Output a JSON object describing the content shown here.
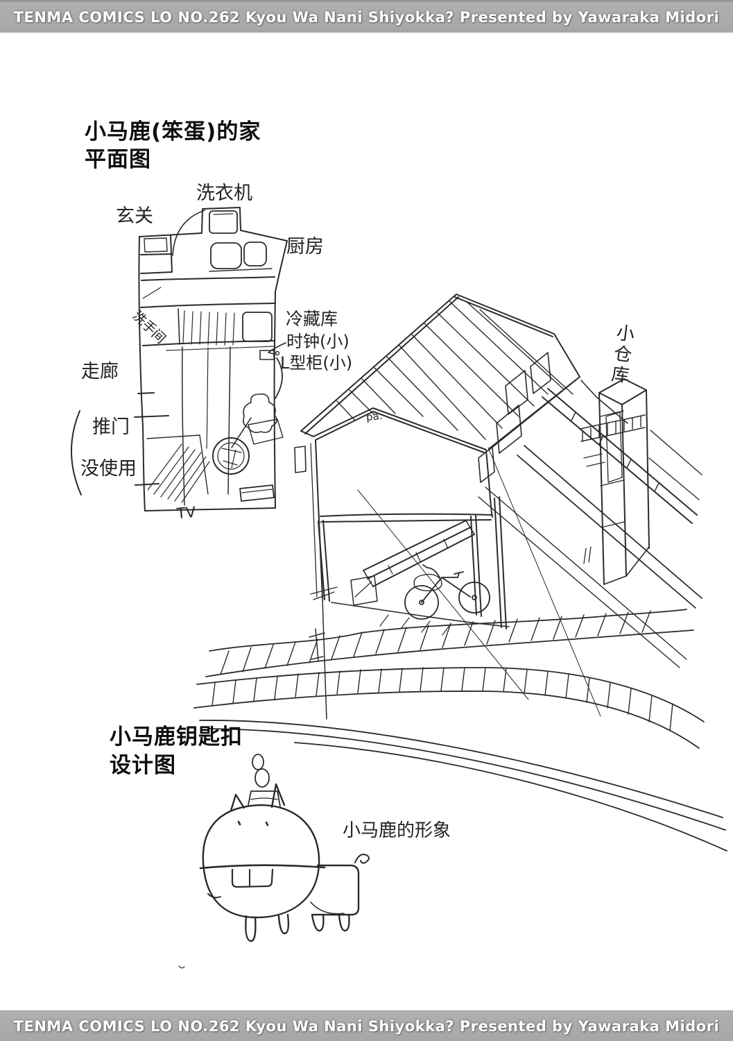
{
  "header": {
    "credit": "TENMA COMICS LO NO.262 Kyou Wa Nani Shiyokka? Presented by Yawaraka Midori"
  },
  "footer": {
    "credit": "TENMA COMICS LO NO.262 Kyou Wa Nani Shiyokka? Presented by Yawaraka Midori"
  },
  "colors": {
    "bar_gray": "#a8a8a8",
    "ink": "#2a2a2a",
    "paper": "#ffffff"
  },
  "floor_plan_section": {
    "title_line1": "小马鹿(笨蛋)的家",
    "title_line2": "平面图",
    "labels": {
      "entrance": "玄关",
      "washing_machine": "洗衣机",
      "kitchen": "厨房",
      "washroom": "洗手间",
      "refrigerator": "冷藏库",
      "clock_small": "时钟(小)",
      "l_cabinet_small": "L型柜(小)",
      "corridor": "走廊",
      "push_door": "推门",
      "not_used": "没使用",
      "tv": "TV"
    }
  },
  "house_section": {
    "labels": {
      "small_storage": "小仓库",
      "gable_note": "pa."
    }
  },
  "keychain_section": {
    "title_line1": "小马鹿钥匙扣",
    "title_line2": "设计图",
    "labels": {
      "mascot": "小马鹿的形象"
    }
  }
}
